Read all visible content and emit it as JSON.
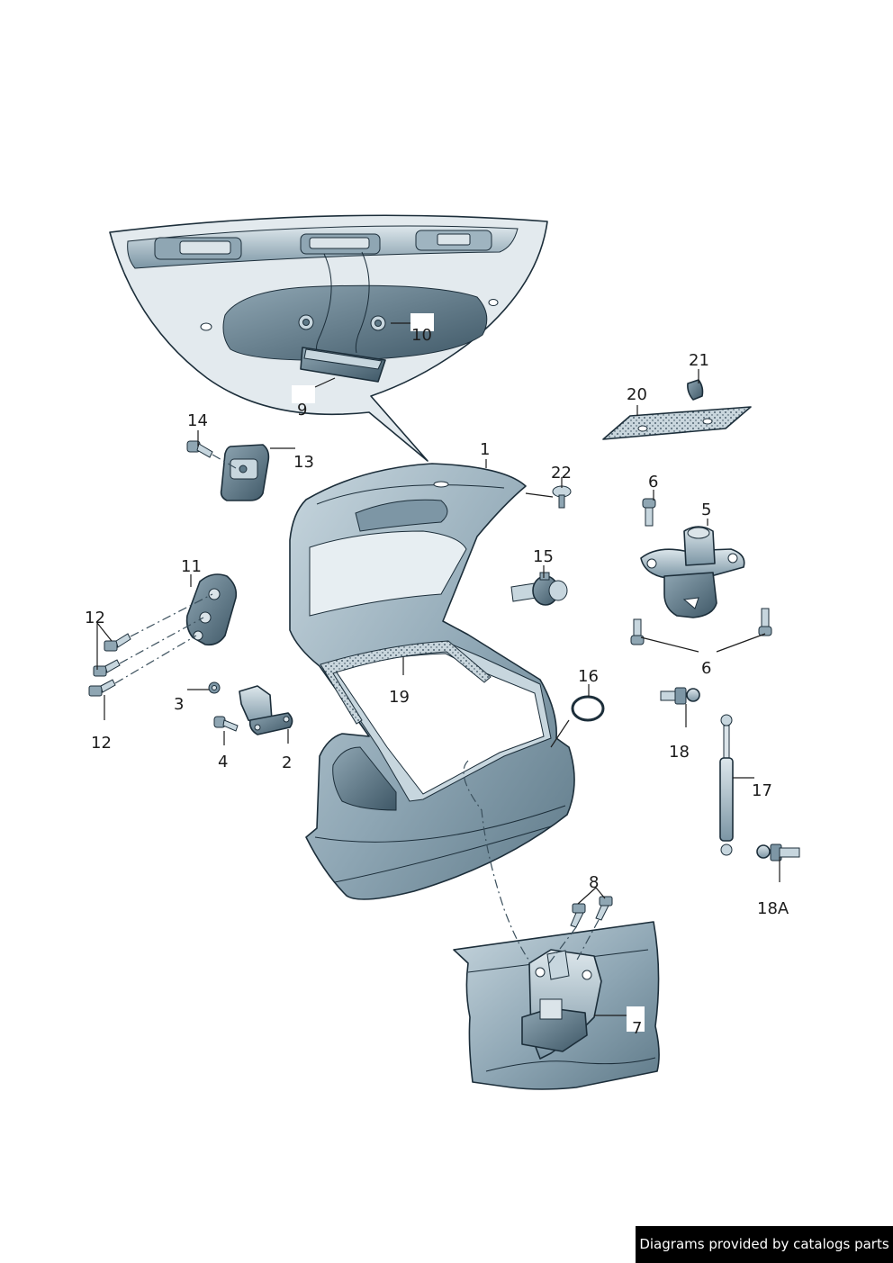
{
  "diagram": {
    "callouts": {
      "c1": "1",
      "c2": "2",
      "c3": "3",
      "c4": "4",
      "c5": "5",
      "c6a": "6",
      "c6b": "6",
      "c7": "7",
      "c8": "8",
      "c9": "9",
      "c10": "10",
      "c11": "11",
      "c12a": "12",
      "c12b": "12",
      "c13": "13",
      "c14": "14",
      "c15": "15",
      "c16": "16",
      "c17": "17",
      "c18": "18",
      "c18a": "18A",
      "c19": "19",
      "c20": "20",
      "c21": "21",
      "c22": "22"
    },
    "colors": {
      "part_fill": "#9fb4c0",
      "part_dark": "#5f7a89",
      "part_light": "#d6e1e7",
      "outline": "#1c2e3a",
      "background": "#ffffff"
    }
  },
  "footer": {
    "credit": "Diagrams provided by catalogs parts"
  }
}
